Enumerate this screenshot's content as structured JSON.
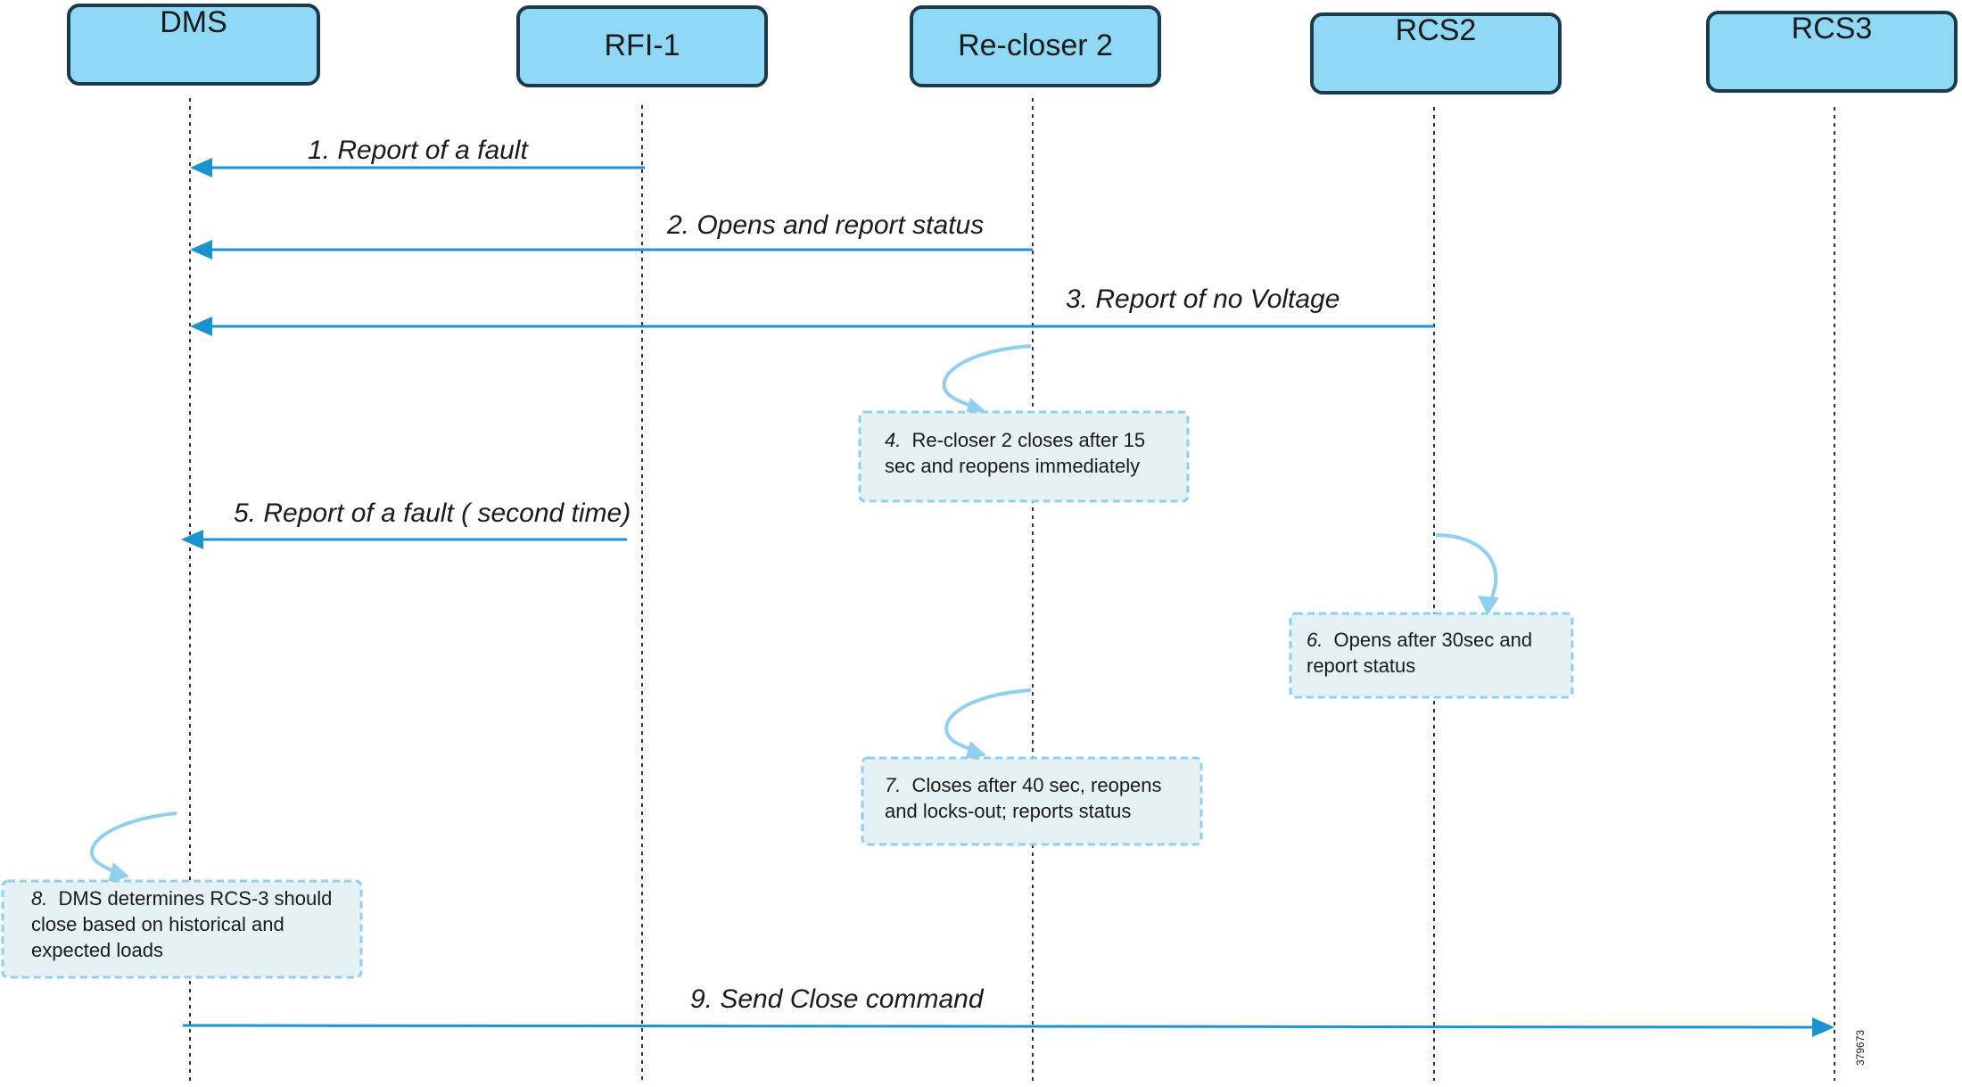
{
  "actors": [
    {
      "name": "DMS"
    },
    {
      "name": "RFI-1"
    },
    {
      "name": "Re-closer 2"
    },
    {
      "name": "RCS2"
    },
    {
      "name": "RCS3"
    }
  ],
  "messages": [
    {
      "label": "1. Report of a fault",
      "from": "RFI-1",
      "to": "DMS"
    },
    {
      "label": "2. Opens and report status",
      "from": "Re-closer 2",
      "to": "DMS"
    },
    {
      "label": "3. Report of no Voltage",
      "from": "RCS2",
      "to": "DMS"
    },
    {
      "label": "5. Report of a fault ( second time)",
      "from": "RFI-1",
      "to": "DMS"
    },
    {
      "label": "9. Send Close command",
      "from": "DMS",
      "to": "RCS3"
    }
  ],
  "notes": [
    {
      "actor": "Re-closer 2",
      "number": "4.",
      "lines": [
        "Re-closer 2 closes after 15",
        "sec and reopens immediately"
      ]
    },
    {
      "actor": "RCS2",
      "number": "6.",
      "lines": [
        "Opens after 30sec and",
        "report status"
      ]
    },
    {
      "actor": "Re-closer 2",
      "number": "7.",
      "lines": [
        "Closes after 40 sec, reopens",
        "and locks-out; reports status"
      ]
    },
    {
      "actor": "DMS",
      "number": "8.",
      "lines": [
        "DMS determines RCS-3 should",
        "close based on historical and",
        "expected loads"
      ]
    }
  ],
  "figure_id": "379673",
  "colors": {
    "actor_fill": "#8fd8f6",
    "actor_border": "#1b3a4b",
    "message_arrow": "#1a93cf",
    "note_fill": "#e6f1f6",
    "note_border": "#8fd0ee"
  }
}
